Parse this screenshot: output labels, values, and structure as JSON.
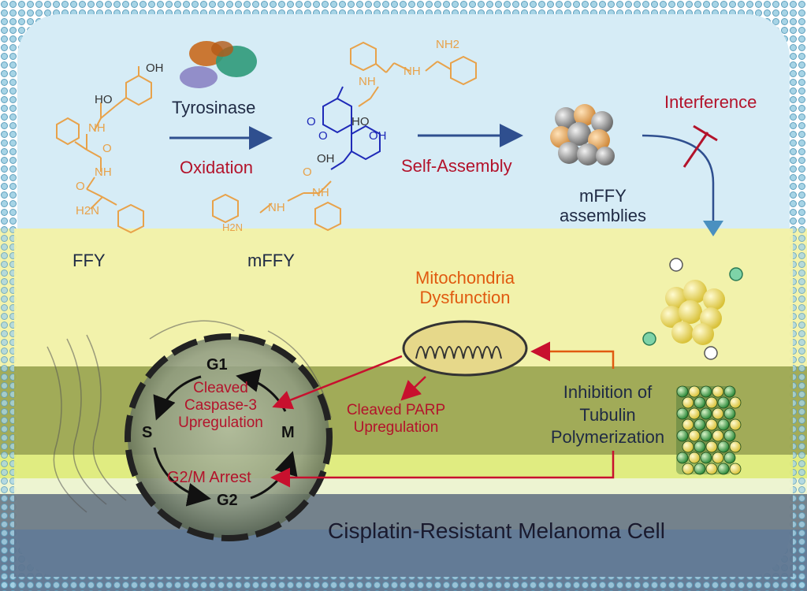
{
  "top": {
    "ffy_label": "FFY",
    "enzyme_label": "Tyrosinase",
    "oxidation_label": "Oxidation",
    "mffy_label": "mFFY",
    "self_assembly_label": "Self-Assembly",
    "assemblies_label_line1": "mFFY",
    "assemblies_label_line2": "assemblies",
    "interference_label": "Interference"
  },
  "molecule_text": {
    "oh": "OH",
    "ho": "HO",
    "nh": "NH",
    "h2n": "H2N",
    "o": "O",
    "cooh_ho": "HO",
    "nh2": "NH2"
  },
  "cell": {
    "title": "Cisplatin-Resistant Melanoma Cell",
    "mitochondria_line1": "Mitochondria",
    "mitochondria_line2": "Dysfunction",
    "caspase_line1": "Cleaved",
    "caspase_line2": "Caspase-3",
    "caspase_line3": "Upregulation",
    "parp_line1": "Cleaved PARP",
    "parp_line2": "Upregulation",
    "tubulin_line1": "Inhibition of",
    "tubulin_line2": "Tubulin",
    "tubulin_line3": "Polymerization",
    "arrest_label": "G2/M Arrest"
  },
  "cycle": {
    "g1": "G1",
    "s": "S",
    "m": "M",
    "g2": "G2"
  },
  "colors": {
    "membrane": "#8ec5d8",
    "top_band": "#d6ecf6",
    "yellow_band": "#f3f2a6",
    "olive_band": "#9ea84f",
    "bottom_band": "#5d7590",
    "orange_molecule": "#e8a24a",
    "blue_molecule": "#1f2ab8",
    "arrow_red": "#c8102e",
    "arrow_dark": "#2f4f8f"
  }
}
